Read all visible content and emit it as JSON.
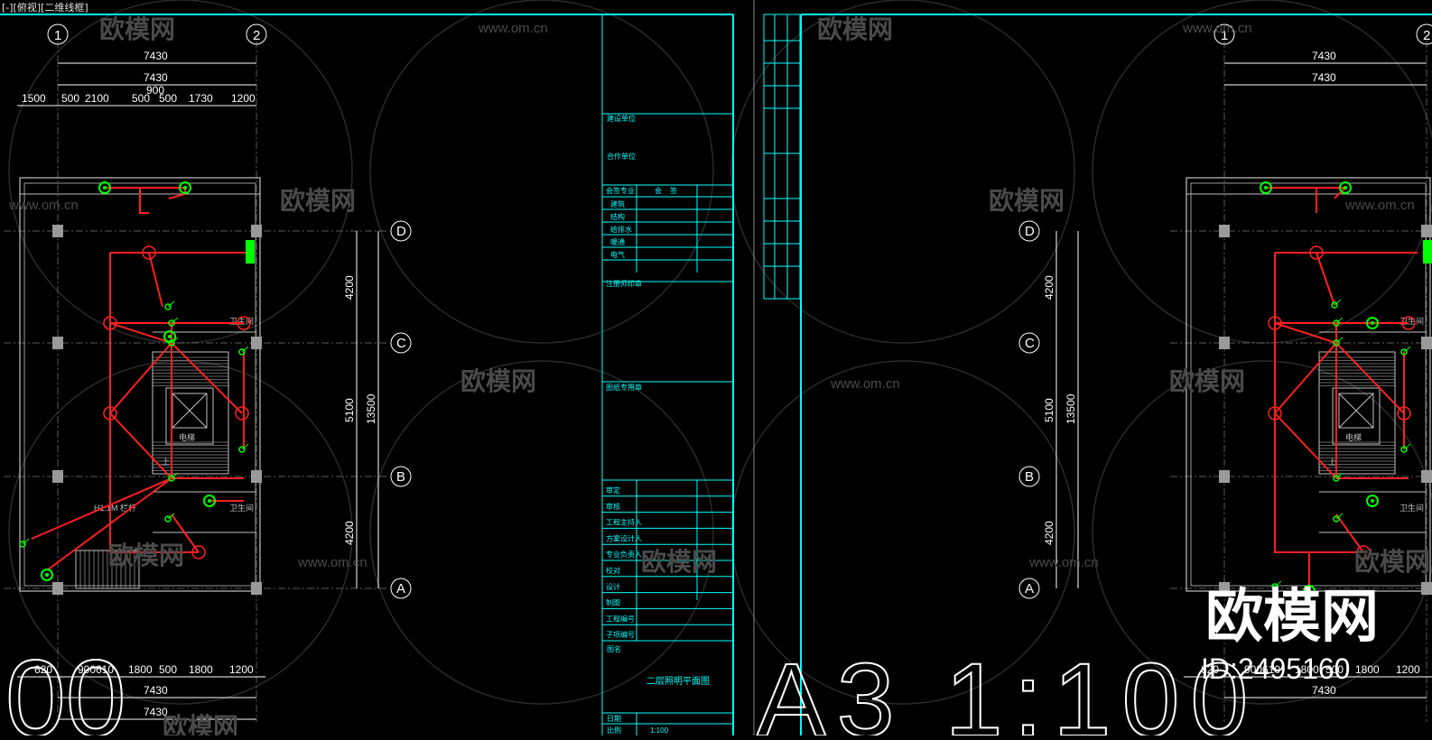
{
  "viewport_label": "[-][俯视][二维线框]",
  "colors": {
    "background": "#000000",
    "frame": "#00ffff",
    "wiring": "#ff2020",
    "fixture": "#00ff00",
    "wall": "#c0c0c0",
    "dimension": "#ffffff",
    "grid": "#808080"
  },
  "watermark": {
    "brand": "欧模网",
    "url": "www.om.cn",
    "large_brand": "欧模网",
    "large_id": "ID:2495160"
  },
  "overlay_text": {
    "big_left": "00",
    "scale": "A3 1:100"
  },
  "left_plan": {
    "axis_top": [
      "1",
      "2"
    ],
    "axis_side": [
      "D",
      "C",
      "B",
      "A"
    ],
    "top_total_1": "7430",
    "top_total_2": "7430",
    "top_mid": "900",
    "top_dims": [
      "1500",
      "500",
      "2100",
      "500",
      "500",
      "1730",
      "1200"
    ],
    "bottom_dims": [
      "620",
      "900",
      "610",
      "1800",
      "500",
      "1800",
      "1200"
    ],
    "bottom_total_1": "7430",
    "bottom_total_2": "7430",
    "side_dims": [
      "4200",
      "5100",
      "4200"
    ],
    "side_total": "13500",
    "room_labels": {
      "wc1": "卫生间",
      "wc2": "卫生间",
      "elevator": "电梯",
      "shaft": "H1.1M 栏杆",
      "up": "上"
    }
  },
  "right_plan": {
    "axis_top": [
      "1",
      "2"
    ],
    "axis_side": [
      "D",
      "C",
      "B",
      "A"
    ],
    "top_total_1": "7430",
    "top_total_2": "7430",
    "side_dims": [
      "4200",
      "5100",
      "4200"
    ],
    "side_total": "13500",
    "bottom_dims": [
      "620",
      "900",
      "610",
      "1800",
      "500",
      "1800",
      "1200"
    ],
    "bottom_total": "7430",
    "room_labels": {
      "wc1": "卫生间",
      "wc2": "卫生间",
      "elevator": "电梯",
      "up": "上"
    }
  },
  "title_block": {
    "rows_top": [
      "建设单位",
      "合作单位"
    ],
    "disciplines_header": [
      "会签专业",
      "会",
      "签"
    ],
    "disciplines": [
      "建筑",
      "结构",
      "给排水",
      "暖通",
      "电气"
    ],
    "note": "注册师印章",
    "stamp": "图纸专用章",
    "signoffs": [
      "审定",
      "审核",
      "工程主持人",
      "方案设计人",
      "专业负责人",
      "校对",
      "设计",
      "制图",
      "工程编号",
      "子项编号"
    ],
    "drawing_name_label": "图名",
    "drawing_name": "二层照明平面图",
    "bottom_rows": [
      [
        "日期",
        ""
      ],
      [
        "比例",
        "1:100"
      ]
    ]
  }
}
